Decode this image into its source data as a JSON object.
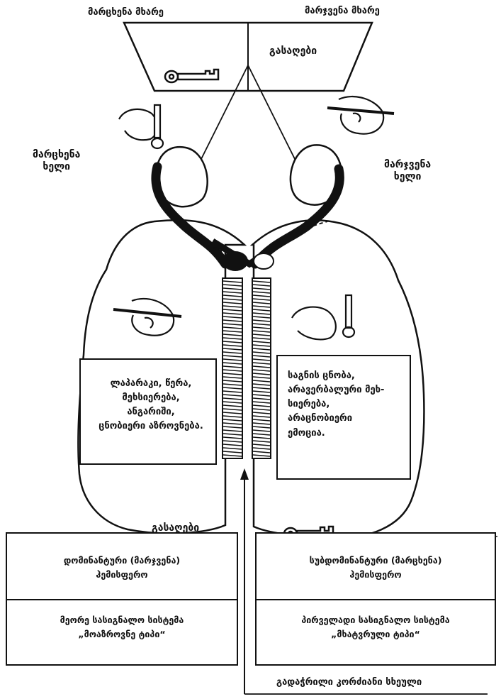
{
  "screen": {
    "left_field": "მარცხენა მხარე",
    "right_field": "მარჯვენა მხარე",
    "right_panel_text": "გასაღები"
  },
  "hands": {
    "left_hand": [
      "მარცხენა",
      "ხელი"
    ],
    "right_hand": [
      "მარჯვენა",
      "ხელი"
    ]
  },
  "left_hemisphere_box": [
    "ლაპარაკი, წერა,",
    "მეხსიერება,",
    "ანგარიში,",
    "ცნობიერი აზროვნება."
  ],
  "right_hemisphere_box": [
    "საგნის ცნობა,",
    "არავერბალური მეხ-",
    "სიერება,",
    "არაცნობიერი",
    "ემოცია."
  ],
  "bottom_key_label": "გასაღები",
  "left_caption": {
    "title": [
      "დომინანტური (მარჯვენა)",
      "ჰემისფერო"
    ],
    "subtitle": [
      "მეორე სასიგნალო სისტემა",
      "„მოაზროვნე ტიპი“"
    ]
  },
  "right_caption": {
    "title": [
      "სუბდომინანტური (მარცხენა)",
      "ჰემისფერო"
    ],
    "subtitle": [
      "პირველადი სასიგნალო სისტემა",
      "„მხატვრული ტიპი“"
    ]
  },
  "corpus_callosum_label": "გადაჭრილი კორძიანი სხეული",
  "colors": {
    "ink": "#111111",
    "paper": "#ffffff"
  }
}
